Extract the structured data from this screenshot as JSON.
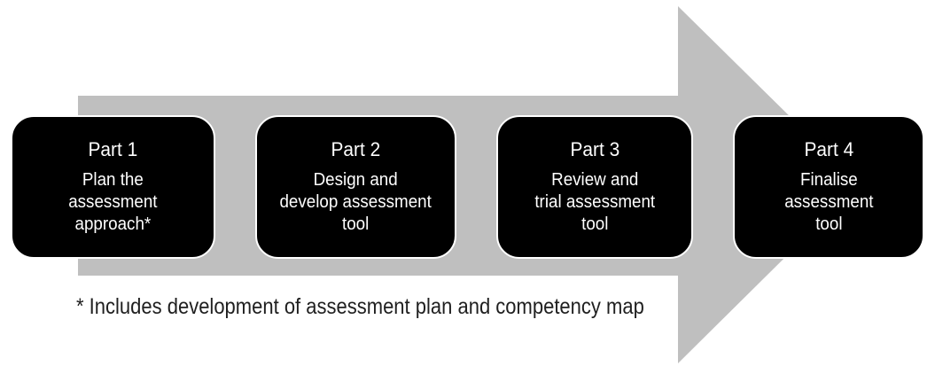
{
  "diagram": {
    "steps": [
      {
        "title": "Part 1",
        "body": "Plan the\nassessment\napproach*"
      },
      {
        "title": "Part 2",
        "body": "Design and\ndevelop assessment\ntool"
      },
      {
        "title": "Part 3",
        "body": "Review and\ntrial assessment\ntool"
      },
      {
        "title": "Part 4",
        "body": "Finalise\nassessment\ntool"
      }
    ],
    "footnote": "* Includes development of assessment plan and competency map",
    "colors": {
      "arrow": "#bfbfbf",
      "box_background": "#000000",
      "box_border": "#ffffff",
      "box_text": "#ffffff",
      "footnote_text": "#1f1f1f",
      "page_background": "#ffffff"
    }
  }
}
